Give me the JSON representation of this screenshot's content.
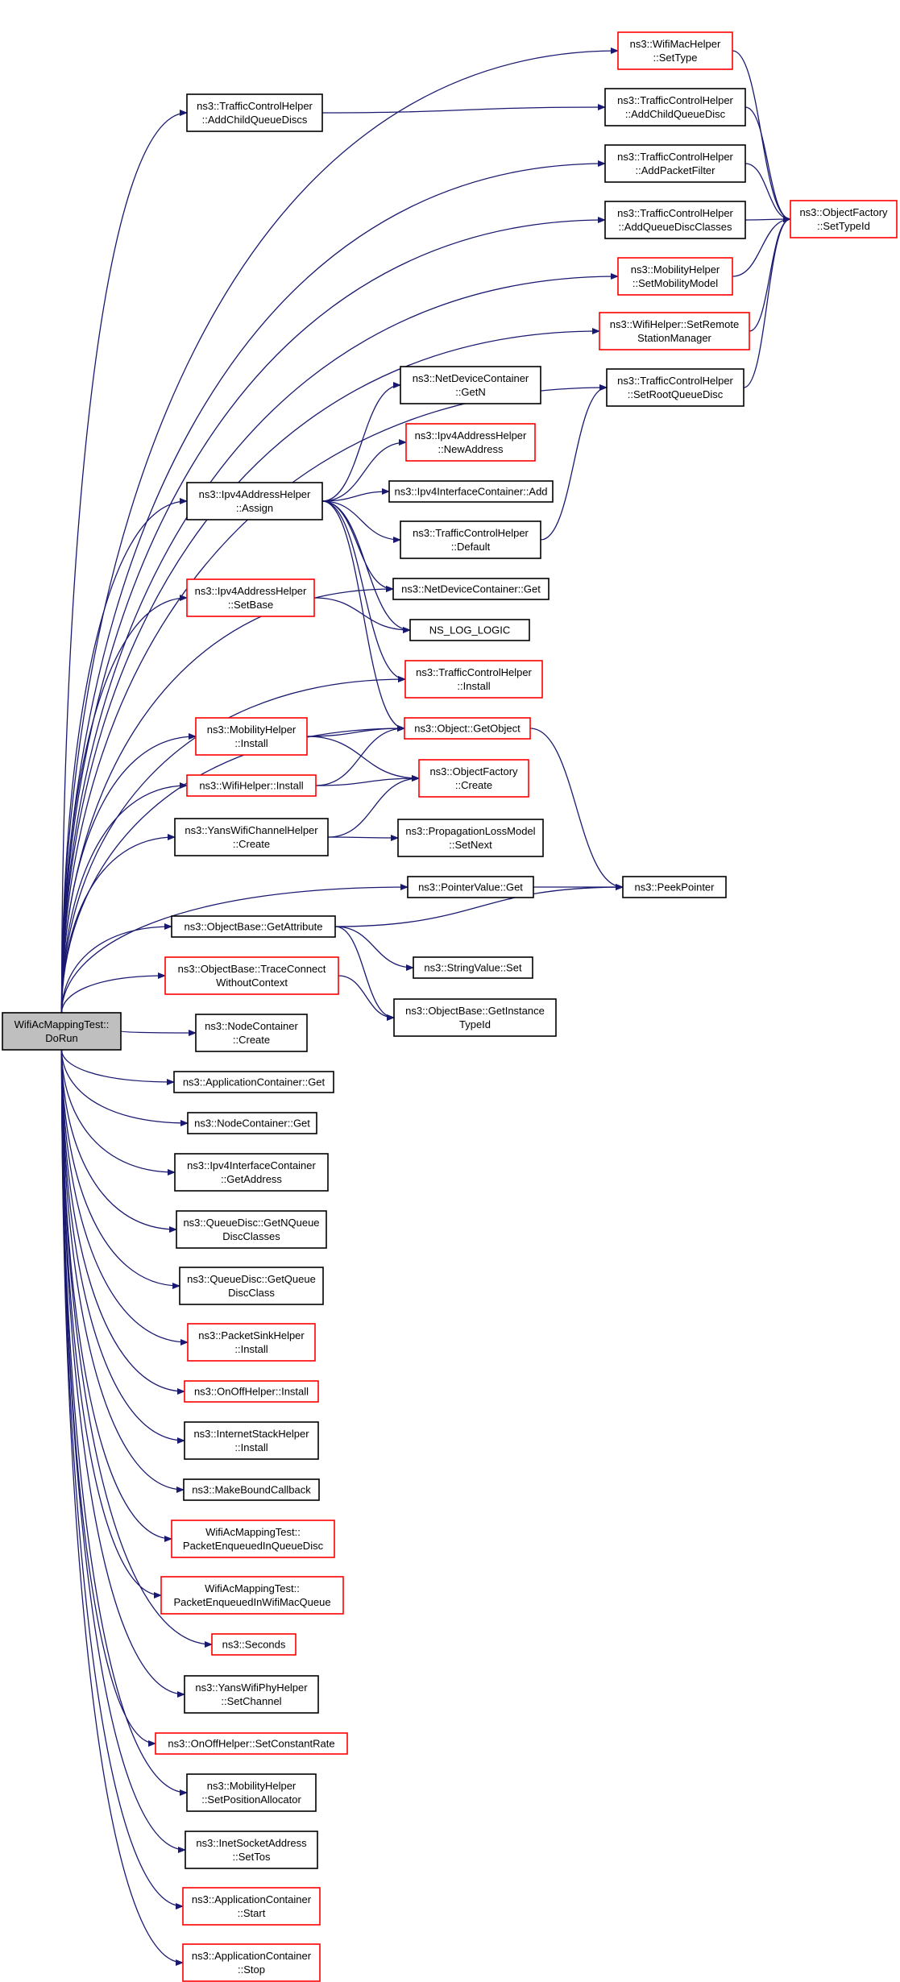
{
  "nodes": {
    "root": {
      "lines": [
        "WifiAcMappingTest::",
        "DoRun"
      ],
      "border": "black",
      "root": true
    },
    "tch_addchildqueuediscs": {
      "lines": [
        "ns3::TrafficControlHelper",
        "::AddChildQueueDiscs"
      ],
      "border": "black"
    },
    "ipv4ah_assign": {
      "lines": [
        "ns3::Ipv4AddressHelper",
        "::Assign"
      ],
      "border": "black"
    },
    "ipv4ah_setbase": {
      "lines": [
        "ns3::Ipv4AddressHelper",
        "::SetBase"
      ],
      "border": "red"
    },
    "mobility_install": {
      "lines": [
        "ns3::MobilityHelper",
        "::Install"
      ],
      "border": "red"
    },
    "wifi_install": {
      "lines": [
        "ns3::WifiHelper::Install"
      ],
      "border": "red"
    },
    "yanschan_create": {
      "lines": [
        "ns3::YansWifiChannelHelper",
        "::Create"
      ],
      "border": "black"
    },
    "objbase_getattr": {
      "lines": [
        "ns3::ObjectBase::GetAttribute"
      ],
      "border": "black"
    },
    "objbase_traceconnect": {
      "lines": [
        "ns3::ObjectBase::TraceConnect",
        "WithoutContext"
      ],
      "border": "red"
    },
    "nodecont_create": {
      "lines": [
        "ns3::NodeContainer",
        "::Create"
      ],
      "border": "black"
    },
    "appcont_get": {
      "lines": [
        "ns3::ApplicationContainer::Get"
      ],
      "border": "black"
    },
    "nodecont_get": {
      "lines": [
        "ns3::NodeContainer::Get"
      ],
      "border": "black"
    },
    "ipv4ic_getaddress": {
      "lines": [
        "ns3::Ipv4InterfaceContainer",
        "::GetAddress"
      ],
      "border": "black"
    },
    "qd_getnqueue": {
      "lines": [
        "ns3::QueueDisc::GetNQueue",
        "DiscClasses"
      ],
      "border": "black"
    },
    "qd_getqueue": {
      "lines": [
        "ns3::QueueDisc::GetQueue",
        "DiscClass"
      ],
      "border": "black"
    },
    "packetsink_install": {
      "lines": [
        "ns3::PacketSinkHelper",
        "::Install"
      ],
      "border": "red"
    },
    "onoff_install": {
      "lines": [
        "ns3::OnOffHelper::Install"
      ],
      "border": "red"
    },
    "inetstack_install": {
      "lines": [
        "ns3::InternetStackHelper",
        "::Install"
      ],
      "border": "black"
    },
    "makeboundcallback": {
      "lines": [
        "ns3::MakeBoundCallback"
      ],
      "border": "black"
    },
    "pkt_enq_qdisc": {
      "lines": [
        "WifiAcMappingTest::",
        "PacketEnqueuedInQueueDisc"
      ],
      "border": "red"
    },
    "pkt_enq_wifimac": {
      "lines": [
        "WifiAcMappingTest::",
        "PacketEnqueuedInWifiMacQueue"
      ],
      "border": "red"
    },
    "seconds": {
      "lines": [
        "ns3::Seconds"
      ],
      "border": "red"
    },
    "yansphy_setchannel": {
      "lines": [
        "ns3::YansWifiPhyHelper",
        "::SetChannel"
      ],
      "border": "black"
    },
    "onoff_setconstantrate": {
      "lines": [
        "ns3::OnOffHelper::SetConstantRate"
      ],
      "border": "red"
    },
    "mobility_setposalloc": {
      "lines": [
        "ns3::MobilityHelper",
        "::SetPositionAllocator"
      ],
      "border": "black"
    },
    "inetsock_settos": {
      "lines": [
        "ns3::InetSocketAddress",
        "::SetTos"
      ],
      "border": "black"
    },
    "appcont_start": {
      "lines": [
        "ns3::ApplicationContainer",
        "::Start"
      ],
      "border": "red"
    },
    "appcont_stop": {
      "lines": [
        "ns3::ApplicationContainer",
        "::Stop"
      ],
      "border": "red"
    },
    "ndc_getn": {
      "lines": [
        "ns3::NetDeviceContainer",
        "::GetN"
      ],
      "border": "black"
    },
    "ipv4ah_newaddress": {
      "lines": [
        "ns3::Ipv4AddressHelper",
        "::NewAddress"
      ],
      "border": "red"
    },
    "ipv4ic_add": {
      "lines": [
        "ns3::Ipv4InterfaceContainer::Add"
      ],
      "border": "black"
    },
    "tch_default": {
      "lines": [
        "ns3::TrafficControlHelper",
        "::Default"
      ],
      "border": "black"
    },
    "ndc_get": {
      "lines": [
        "ns3::NetDeviceContainer::Get"
      ],
      "border": "black"
    },
    "ns_log_logic": {
      "lines": [
        "NS_LOG_LOGIC"
      ],
      "border": "black"
    },
    "tch_install": {
      "lines": [
        "ns3::TrafficControlHelper",
        "::Install"
      ],
      "border": "red"
    },
    "object_getobject": {
      "lines": [
        "ns3::Object::GetObject"
      ],
      "border": "red"
    },
    "objfactory_create": {
      "lines": [
        "ns3::ObjectFactory",
        "::Create"
      ],
      "border": "red"
    },
    "proploss_setnext": {
      "lines": [
        "ns3::PropagationLossModel",
        "::SetNext"
      ],
      "border": "black"
    },
    "pointervalue_get": {
      "lines": [
        "ns3::PointerValue::Get"
      ],
      "border": "black"
    },
    "stringvalue_set": {
      "lines": [
        "ns3::StringValue::Set"
      ],
      "border": "black"
    },
    "objbase_getinstancetypeid": {
      "lines": [
        "ns3::ObjectBase::GetInstance",
        "TypeId"
      ],
      "border": "black"
    },
    "wifimac_settype": {
      "lines": [
        "ns3::WifiMacHelper",
        "::SetType"
      ],
      "border": "red"
    },
    "tch_addchildqueuedisc": {
      "lines": [
        "ns3::TrafficControlHelper",
        "::AddChildQueueDisc"
      ],
      "border": "black"
    },
    "tch_addpacketfilter": {
      "lines": [
        "ns3::TrafficControlHelper",
        "::AddPacketFilter"
      ],
      "border": "black"
    },
    "tch_addqueuediscclasses": {
      "lines": [
        "ns3::TrafficControlHelper",
        "::AddQueueDiscClasses"
      ],
      "border": "black"
    },
    "mobility_setmobilitymodel": {
      "lines": [
        "ns3::MobilityHelper",
        "::SetMobilityModel"
      ],
      "border": "red"
    },
    "wifihelper_setremote": {
      "lines": [
        "ns3::WifiHelper::SetRemote",
        "StationManager"
      ],
      "border": "red"
    },
    "tch_setrootqueuedisc": {
      "lines": [
        "ns3::TrafficControlHelper",
        "::SetRootQueueDisc"
      ],
      "border": "black"
    },
    "objfactory_settypeid": {
      "lines": [
        "ns3::ObjectFactory",
        "::SetTypeId"
      ],
      "border": "red"
    },
    "peekpointer": {
      "lines": [
        "ns3::PeekPointer"
      ],
      "border": "black"
    }
  },
  "edges": [
    [
      "root",
      "wifimac_settype"
    ],
    [
      "root",
      "tch_addchildqueuediscs"
    ],
    [
      "root",
      "tch_addpacketfilter"
    ],
    [
      "root",
      "tch_addqueuediscclasses"
    ],
    [
      "root",
      "mobility_setmobilitymodel"
    ],
    [
      "root",
      "wifihelper_setremote"
    ],
    [
      "root",
      "tch_setrootqueuedisc"
    ],
    [
      "root",
      "ipv4ah_assign"
    ],
    [
      "root",
      "ndc_get"
    ],
    [
      "root",
      "ipv4ah_setbase"
    ],
    [
      "root",
      "tch_install"
    ],
    [
      "root",
      "object_getobject"
    ],
    [
      "root",
      "mobility_install"
    ],
    [
      "root",
      "wifi_install"
    ],
    [
      "root",
      "yanschan_create"
    ],
    [
      "root",
      "pointervalue_get"
    ],
    [
      "root",
      "objbase_getattr"
    ],
    [
      "root",
      "objbase_traceconnect"
    ],
    [
      "root",
      "nodecont_create"
    ],
    [
      "root",
      "appcont_get"
    ],
    [
      "root",
      "nodecont_get"
    ],
    [
      "root",
      "ipv4ic_getaddress"
    ],
    [
      "root",
      "qd_getnqueue"
    ],
    [
      "root",
      "qd_getqueue"
    ],
    [
      "root",
      "packetsink_install"
    ],
    [
      "root",
      "onoff_install"
    ],
    [
      "root",
      "inetstack_install"
    ],
    [
      "root",
      "makeboundcallback"
    ],
    [
      "root",
      "pkt_enq_qdisc"
    ],
    [
      "root",
      "pkt_enq_wifimac"
    ],
    [
      "root",
      "seconds"
    ],
    [
      "root",
      "yansphy_setchannel"
    ],
    [
      "root",
      "onoff_setconstantrate"
    ],
    [
      "root",
      "mobility_setposalloc"
    ],
    [
      "root",
      "inetsock_settos"
    ],
    [
      "root",
      "appcont_start"
    ],
    [
      "root",
      "appcont_stop"
    ],
    [
      "tch_addchildqueuediscs",
      "tch_addchildqueuedisc"
    ],
    [
      "ipv4ah_assign",
      "ndc_getn"
    ],
    [
      "ipv4ah_assign",
      "ipv4ah_newaddress"
    ],
    [
      "ipv4ah_assign",
      "ipv4ic_add"
    ],
    [
      "ipv4ah_assign",
      "tch_default"
    ],
    [
      "ipv4ah_assign",
      "ndc_get"
    ],
    [
      "ipv4ah_assign",
      "ns_log_logic"
    ],
    [
      "ipv4ah_assign",
      "tch_install"
    ],
    [
      "ipv4ah_assign",
      "object_getobject"
    ],
    [
      "ipv4ah_setbase",
      "ns_log_logic"
    ],
    [
      "mobility_install",
      "object_getobject"
    ],
    [
      "mobility_install",
      "objfactory_create"
    ],
    [
      "wifi_install",
      "object_getobject"
    ],
    [
      "wifi_install",
      "objfactory_create"
    ],
    [
      "yanschan_create",
      "objfactory_create"
    ],
    [
      "yanschan_create",
      "proploss_setnext"
    ],
    [
      "objbase_getattr",
      "peekpointer"
    ],
    [
      "objbase_getattr",
      "stringvalue_set"
    ],
    [
      "objbase_getattr",
      "objbase_getinstancetypeid"
    ],
    [
      "objbase_traceconnect",
      "objbase_getinstancetypeid"
    ],
    [
      "tch_default",
      "tch_setrootqueuedisc"
    ],
    [
      "object_getobject",
      "peekpointer"
    ],
    [
      "pointervalue_get",
      "peekpointer"
    ],
    [
      "wifimac_settype",
      "objfactory_settypeid"
    ],
    [
      "tch_addchildqueuedisc",
      "objfactory_settypeid"
    ],
    [
      "tch_addpacketfilter",
      "objfactory_settypeid"
    ],
    [
      "tch_addqueuediscclasses",
      "objfactory_settypeid"
    ],
    [
      "mobility_setmobilitymodel",
      "objfactory_settypeid"
    ],
    [
      "wifihelper_setremote",
      "objfactory_settypeid"
    ],
    [
      "tch_setrootqueuedisc",
      "objfactory_settypeid"
    ]
  ]
}
